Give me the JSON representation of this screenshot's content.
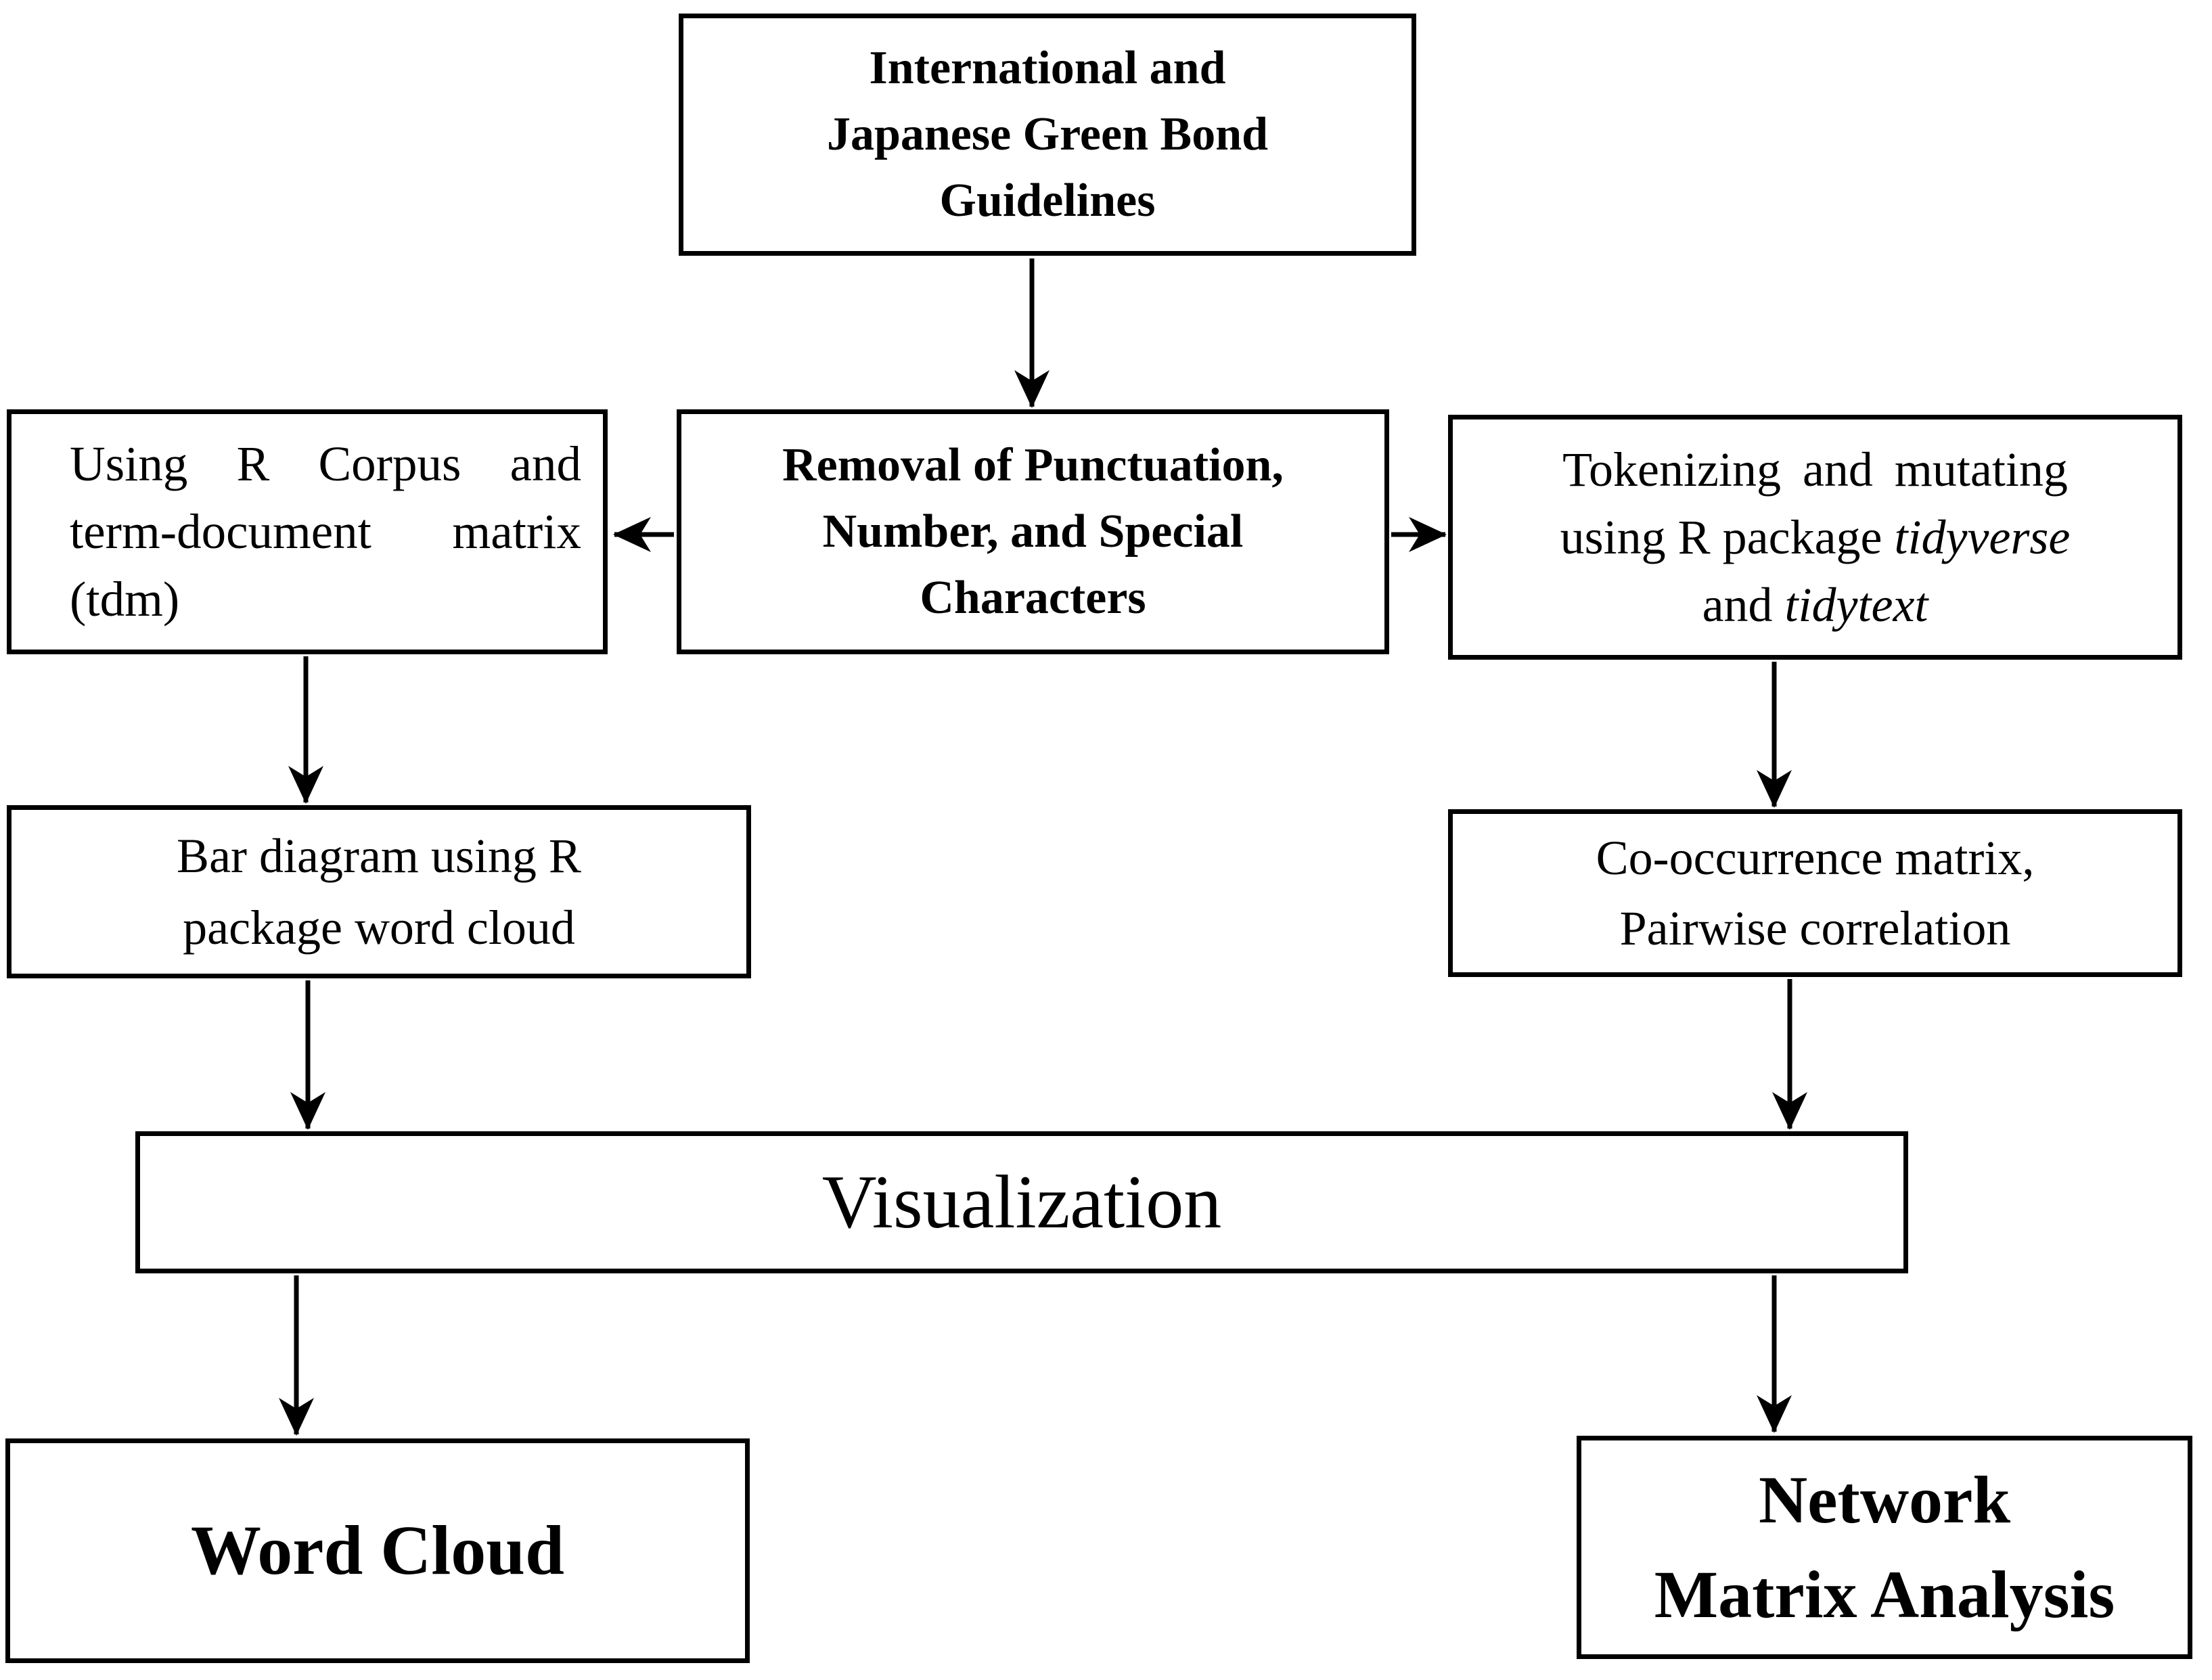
{
  "colors": {
    "ink": "#000000",
    "background": "#ffffff"
  },
  "nodes": {
    "source": {
      "line1": "International and",
      "line2": "Japanese Green Bond",
      "line3": "Guidelines"
    },
    "corpus": {
      "line1": "Using R Corpus and",
      "line2": "term-document matrix",
      "line3": "(tdm)"
    },
    "removal": {
      "line1": "Removal of Punctuation,",
      "line2": "Number, and Special",
      "line3": "Characters"
    },
    "tokenizing": {
      "line1": "Tokenizing and mutating",
      "line2_prefix": "using R package ",
      "line2_italic": "tidyverse",
      "line3_prefix": "and ",
      "line3_italic": "tidytext"
    },
    "bar_diagram": {
      "line1": "Bar diagram using R",
      "line2": "package word cloud"
    },
    "cooccurrence": {
      "line1": "Co-occurrence matrix,",
      "line2": "Pairwise correlation"
    },
    "visualization": {
      "label": "Visualization"
    },
    "word_cloud": {
      "label": "Word Cloud"
    },
    "network": {
      "line1": "Network",
      "line2": "Matrix Analysis"
    }
  }
}
